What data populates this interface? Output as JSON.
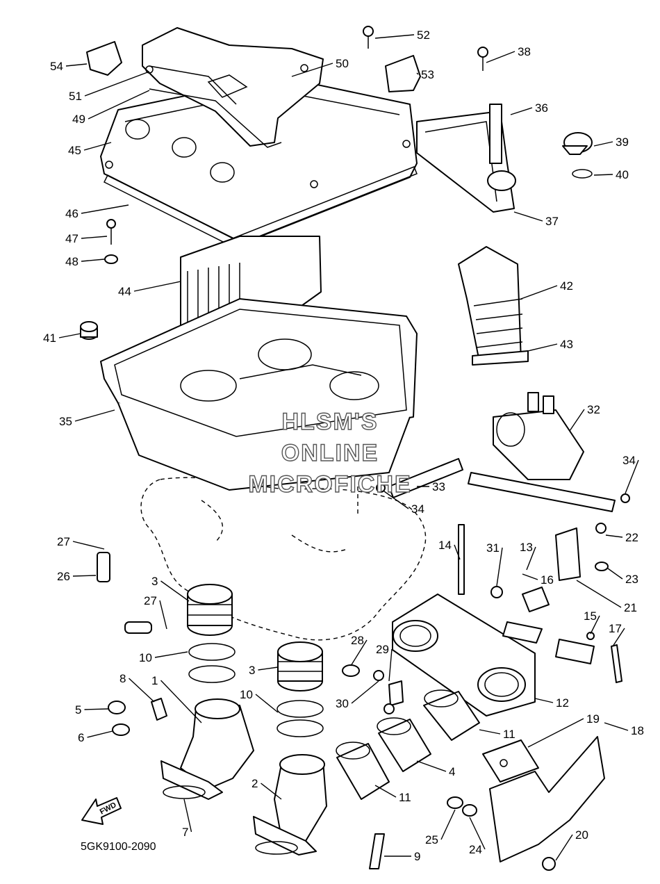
{
  "diagram": {
    "code": "5GK9100-2090",
    "watermark": [
      "HLSM'S",
      "ONLINE",
      "MICROFICHE"
    ],
    "fwd_label": "FWD",
    "callouts": [
      "1",
      "2",
      "3",
      "3",
      "4",
      "5",
      "6",
      "7",
      "8",
      "9",
      "10",
      "10",
      "11",
      "11",
      "12",
      "13",
      "14",
      "15",
      "16",
      "17",
      "18",
      "19",
      "20",
      "21",
      "22",
      "23",
      "24",
      "25",
      "26",
      "27",
      "27",
      "28",
      "29",
      "30",
      "31",
      "32",
      "33",
      "34",
      "34",
      "35",
      "36",
      "37",
      "38",
      "39",
      "40",
      "41",
      "42",
      "43",
      "44",
      "45",
      "46",
      "47",
      "48",
      "49",
      "50",
      "51",
      "52",
      "53",
      "54"
    ]
  }
}
